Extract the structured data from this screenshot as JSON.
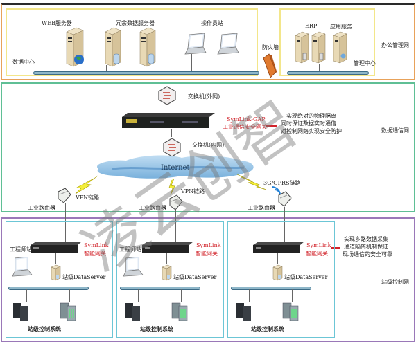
{
  "zones": {
    "office_network": {
      "label": "办公管理网"
    },
    "data_center": {
      "label": "数据中心"
    },
    "management_center": {
      "label": "管理中心"
    },
    "data_comm_network": {
      "label": "数据通信网"
    },
    "station_control_network": {
      "label": "站级控制网"
    }
  },
  "office": {
    "web_server": "WEB服务器",
    "redundant_servers": "冗余数据服务器",
    "operator_station": "操作员站",
    "firewall": "防火墙",
    "erp": "ERP",
    "app_service": "应用服务"
  },
  "comm": {
    "switch_outer": "交换机(外网)",
    "switch_inner": "交换机(内网)",
    "gap_line1": "SymLink-GAP",
    "gap_line2": "工业通信安全网关",
    "gap_desc": [
      "实现绝对的物理隔离",
      "同时保证数据实时通信",
      "对控制网络实现安全防护"
    ],
    "internet": "Internet",
    "vpn_link": "VPN链路",
    "gprs_link": "3G/GPRS链路",
    "router": "工业路由器"
  },
  "stations": [
    {
      "engineer": "工程师站",
      "gw1": "SymLink",
      "gw2": "智能网关",
      "server": "站级DataServer",
      "system": "站级控制系统"
    },
    {
      "engineer": "工程师站",
      "gw1": "SymLink",
      "gw2": "智能网关",
      "server": "站级DataServer",
      "system": "站级控制系统"
    },
    {
      "engineer": "",
      "gw1": "SymLink",
      "gw2": "智能网关",
      "server": "站级DataServer",
      "system": "站级控制系统"
    }
  ],
  "station_desc": [
    "实现多路数据采集",
    "通道隔离机制保证",
    "现场通信的安全可靠"
  ],
  "watermark": "凌云创智",
  "colors": {
    "office_border": "#e8a25a",
    "inner_yellow": "#f3e68a",
    "comm_border": "#5fbf95",
    "station_border": "#9a78b8",
    "station_inner": "#6cc6d6",
    "accent_red": "#d2232a"
  }
}
